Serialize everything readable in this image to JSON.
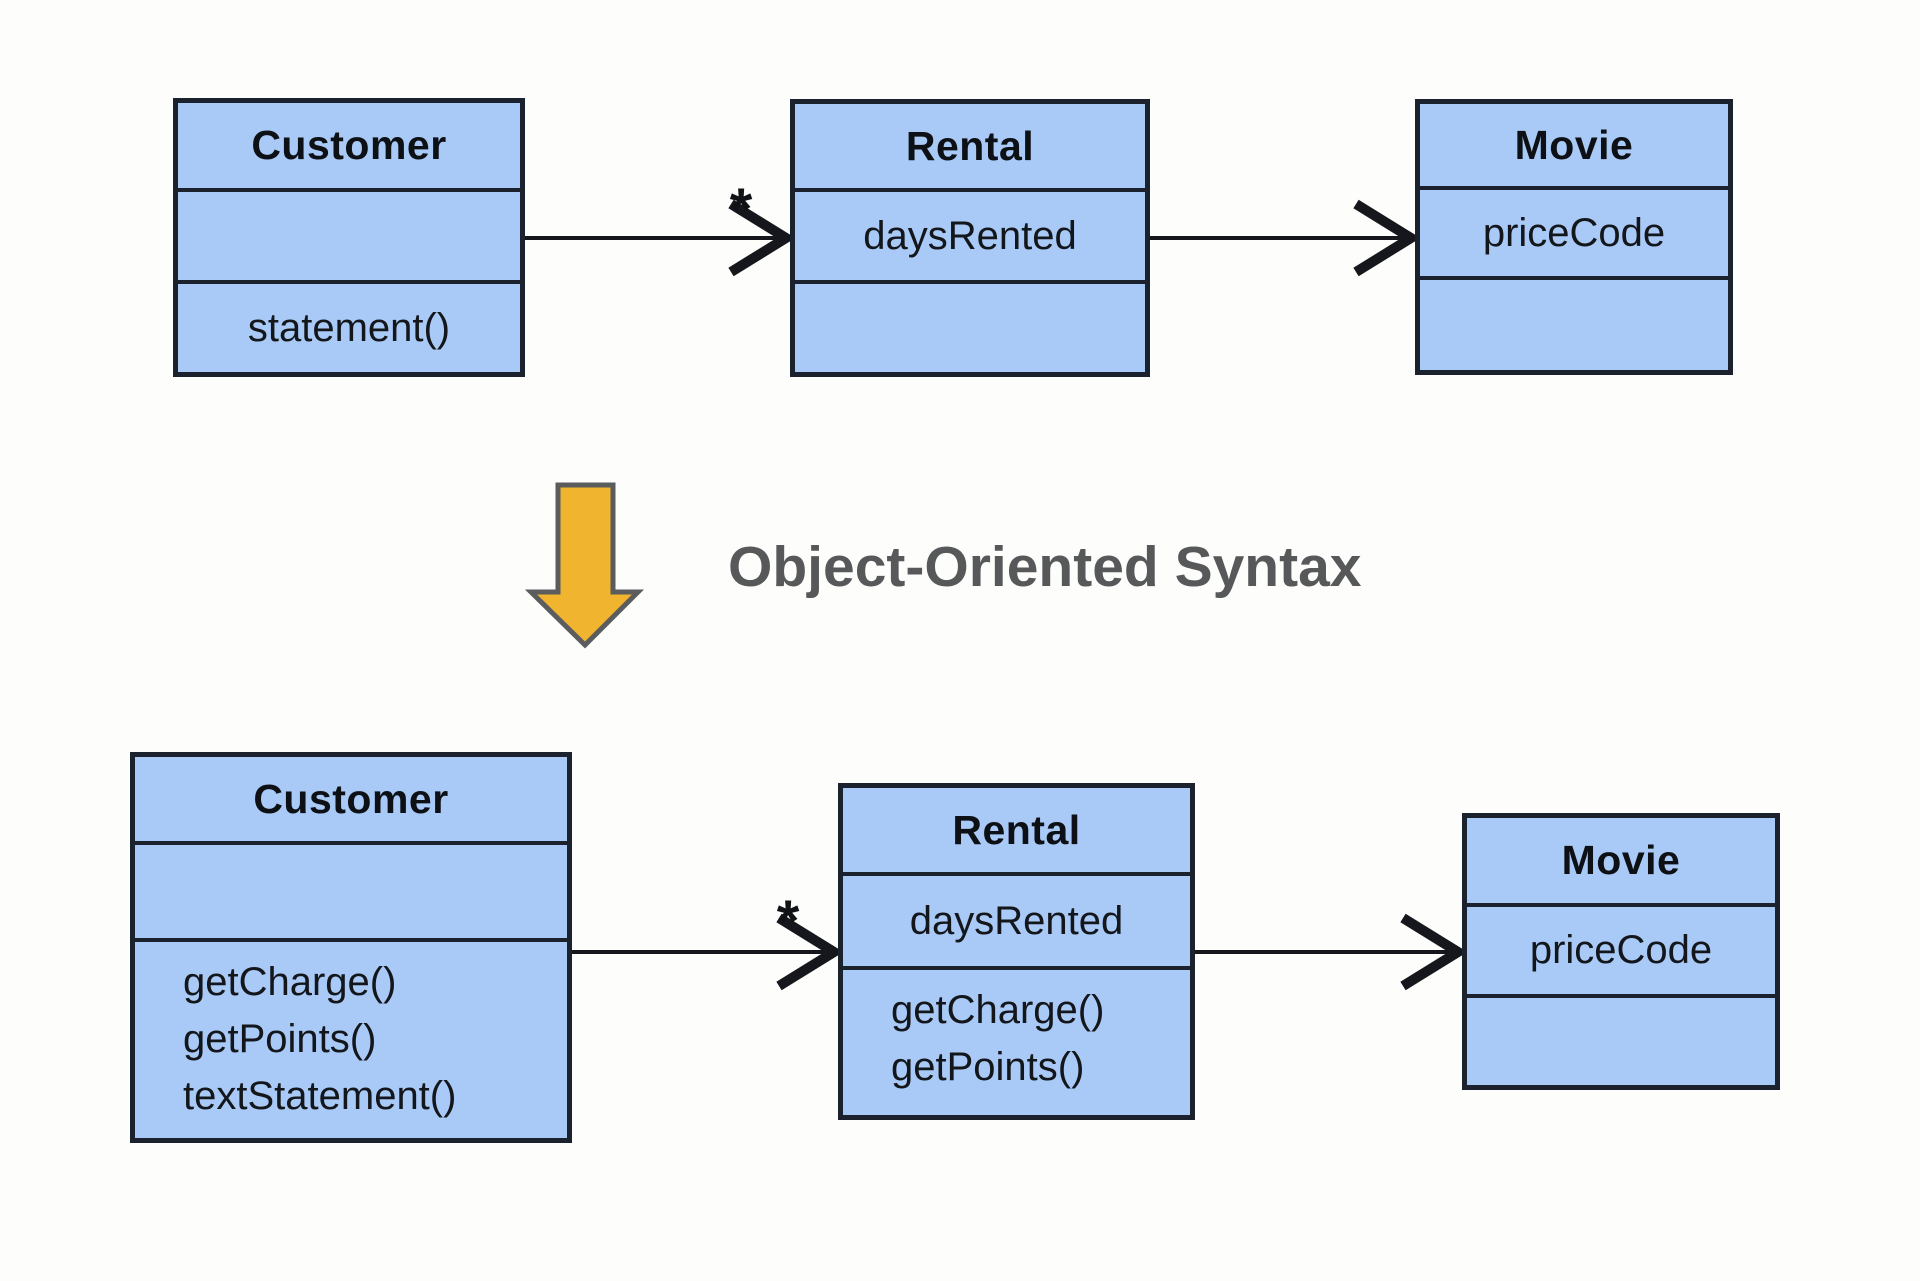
{
  "caption": {
    "label": "Object-Oriented Syntax"
  },
  "transform_arrow": {
    "icon": "down-arrow",
    "fill": "#F1B42F",
    "outline": "#5B5C5E"
  },
  "colors": {
    "class_fill": "#A9C9F6",
    "class_border": "#1B222E",
    "connector": "#15171C",
    "caption_text": "#57585A",
    "background": "#FDFDFB"
  },
  "top_diagram": {
    "classes": [
      {
        "name": "Customer",
        "attributes": [],
        "methods": [
          "statement()"
        ]
      },
      {
        "name": "Rental",
        "attributes": [
          "daysRented"
        ],
        "methods": []
      },
      {
        "name": "Movie",
        "attributes": [
          "priceCode"
        ],
        "methods": []
      }
    ],
    "associations": [
      {
        "from": "Customer",
        "to": "Rental",
        "multiplicity": "*"
      },
      {
        "from": "Rental",
        "to": "Movie",
        "multiplicity": ""
      }
    ]
  },
  "bottom_diagram": {
    "classes": [
      {
        "name": "Customer",
        "attributes": [],
        "methods": [
          "getCharge()",
          "getPoints()",
          "textStatement()"
        ]
      },
      {
        "name": "Rental",
        "attributes": [
          "daysRented"
        ],
        "methods": [
          "getCharge()",
          "getPoints()"
        ]
      },
      {
        "name": "Movie",
        "attributes": [
          "priceCode"
        ],
        "methods": []
      }
    ],
    "associations": [
      {
        "from": "Customer",
        "to": "Rental",
        "multiplicity": "*"
      },
      {
        "from": "Rental",
        "to": "Movie",
        "multiplicity": ""
      }
    ]
  }
}
